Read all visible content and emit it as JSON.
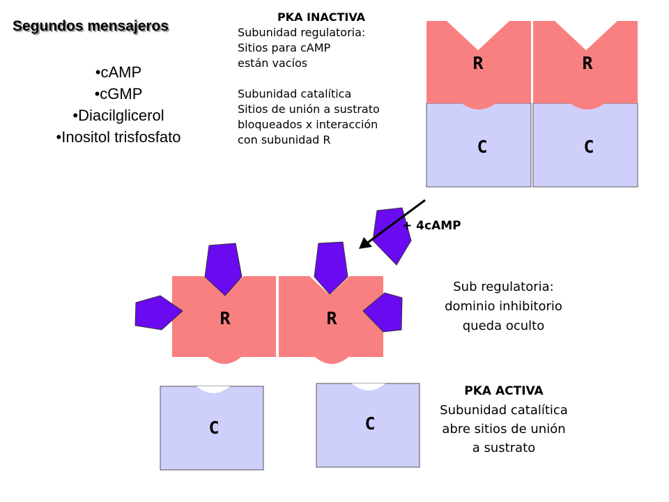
{
  "title": "Segundos mensajeros",
  "messengers": [
    "•cAMP",
    "•cGMP",
    "•Diacilglicerol",
    "•Inositol trisfosfato"
  ],
  "pka_inactive": {
    "title": "PKA INACTIVA",
    "regulatory_lines": [
      "Subunidad regulatoria:",
      "Sitios para cAMP",
      "están vacíos"
    ],
    "catalytic_lines": [
      "Subunidad catalítica",
      "Sitios de unión a sustrato",
      "bloqueados x interacción",
      "con subunidad R"
    ]
  },
  "plus_camp": "+ 4cAMP",
  "regulatory_note": [
    "Sub regulatoria:",
    "dominio inhibitorio",
    "queda oculto"
  ],
  "pka_active": {
    "title": "PKA ACTIVA",
    "lines": [
      "Subunidad catalítica",
      "abre sitios de unión",
      "a sustrato"
    ]
  },
  "subunit_labels": {
    "regulatory": "R",
    "catalytic": "C"
  },
  "colors": {
    "regulatory": "#f98080",
    "catalytic": "#cfcffc",
    "camp": "#6a0af0",
    "arrow": "#000000"
  }
}
